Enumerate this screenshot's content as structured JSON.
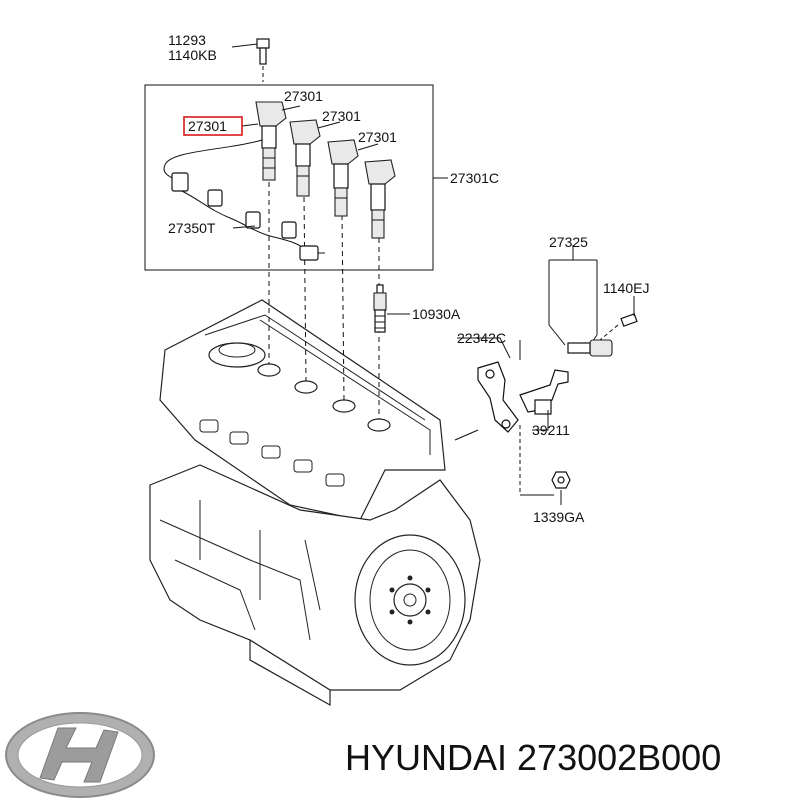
{
  "callouts": {
    "bolt_11293": "11293",
    "bolt_1140kb": "1140KB",
    "coil_top_a": "27301",
    "coil_highlight": "27301",
    "coil_top_b": "27301",
    "coil_top_c": "27301",
    "coil_set": "27301C",
    "harness": "27350T",
    "spark_plug": "10930A",
    "sensor": "27325",
    "bolt_1140ej": "1140EJ",
    "bracket": "22342C",
    "bracket_2": "39211",
    "nut": "1339GA"
  },
  "colors": {
    "highlight": "#d81b1b",
    "line": "#111111",
    "logo": "#8a8a8a"
  },
  "footer": {
    "brand_logo": "hyundai-logo-icon",
    "caption": "HYUNDAI 273002B000"
  }
}
